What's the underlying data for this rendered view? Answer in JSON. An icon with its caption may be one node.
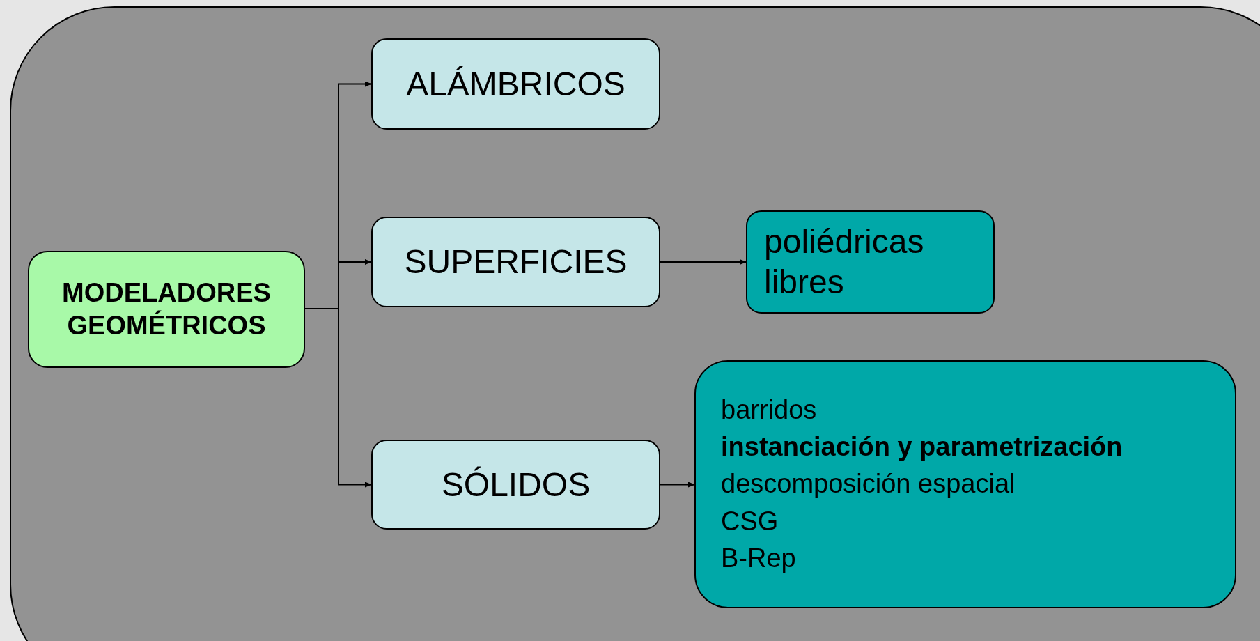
{
  "diagram": {
    "nodes": [
      {
        "text": [
          "MODELADORES GEOMÉTRICOS"
        ]
      },
      {
        "text": [
          "ALÁMBRICOS"
        ]
      },
      {
        "text": [
          "SUPERFICIES"
        ]
      },
      {
        "text": [
          "poliédricas",
          "libres"
        ]
      },
      {
        "text": [
          "SÓLIDOS"
        ]
      },
      {
        "text": [
          "barridos",
          "**instanciación y parametrización**",
          "descomposición espacial",
          "CSG",
          "B-Rep"
        ]
      }
    ],
    "edges": [
      {
        "from": 0,
        "to": 1,
        "arrow": "to"
      },
      {
        "from": 0,
        "to": 2,
        "arrow": "to"
      },
      {
        "from": 0,
        "to": 4,
        "arrow": "to"
      },
      {
        "from": 2,
        "to": 3,
        "arrow": "to"
      },
      {
        "from": 4,
        "to": 5,
        "arrow": "to"
      }
    ]
  }
}
